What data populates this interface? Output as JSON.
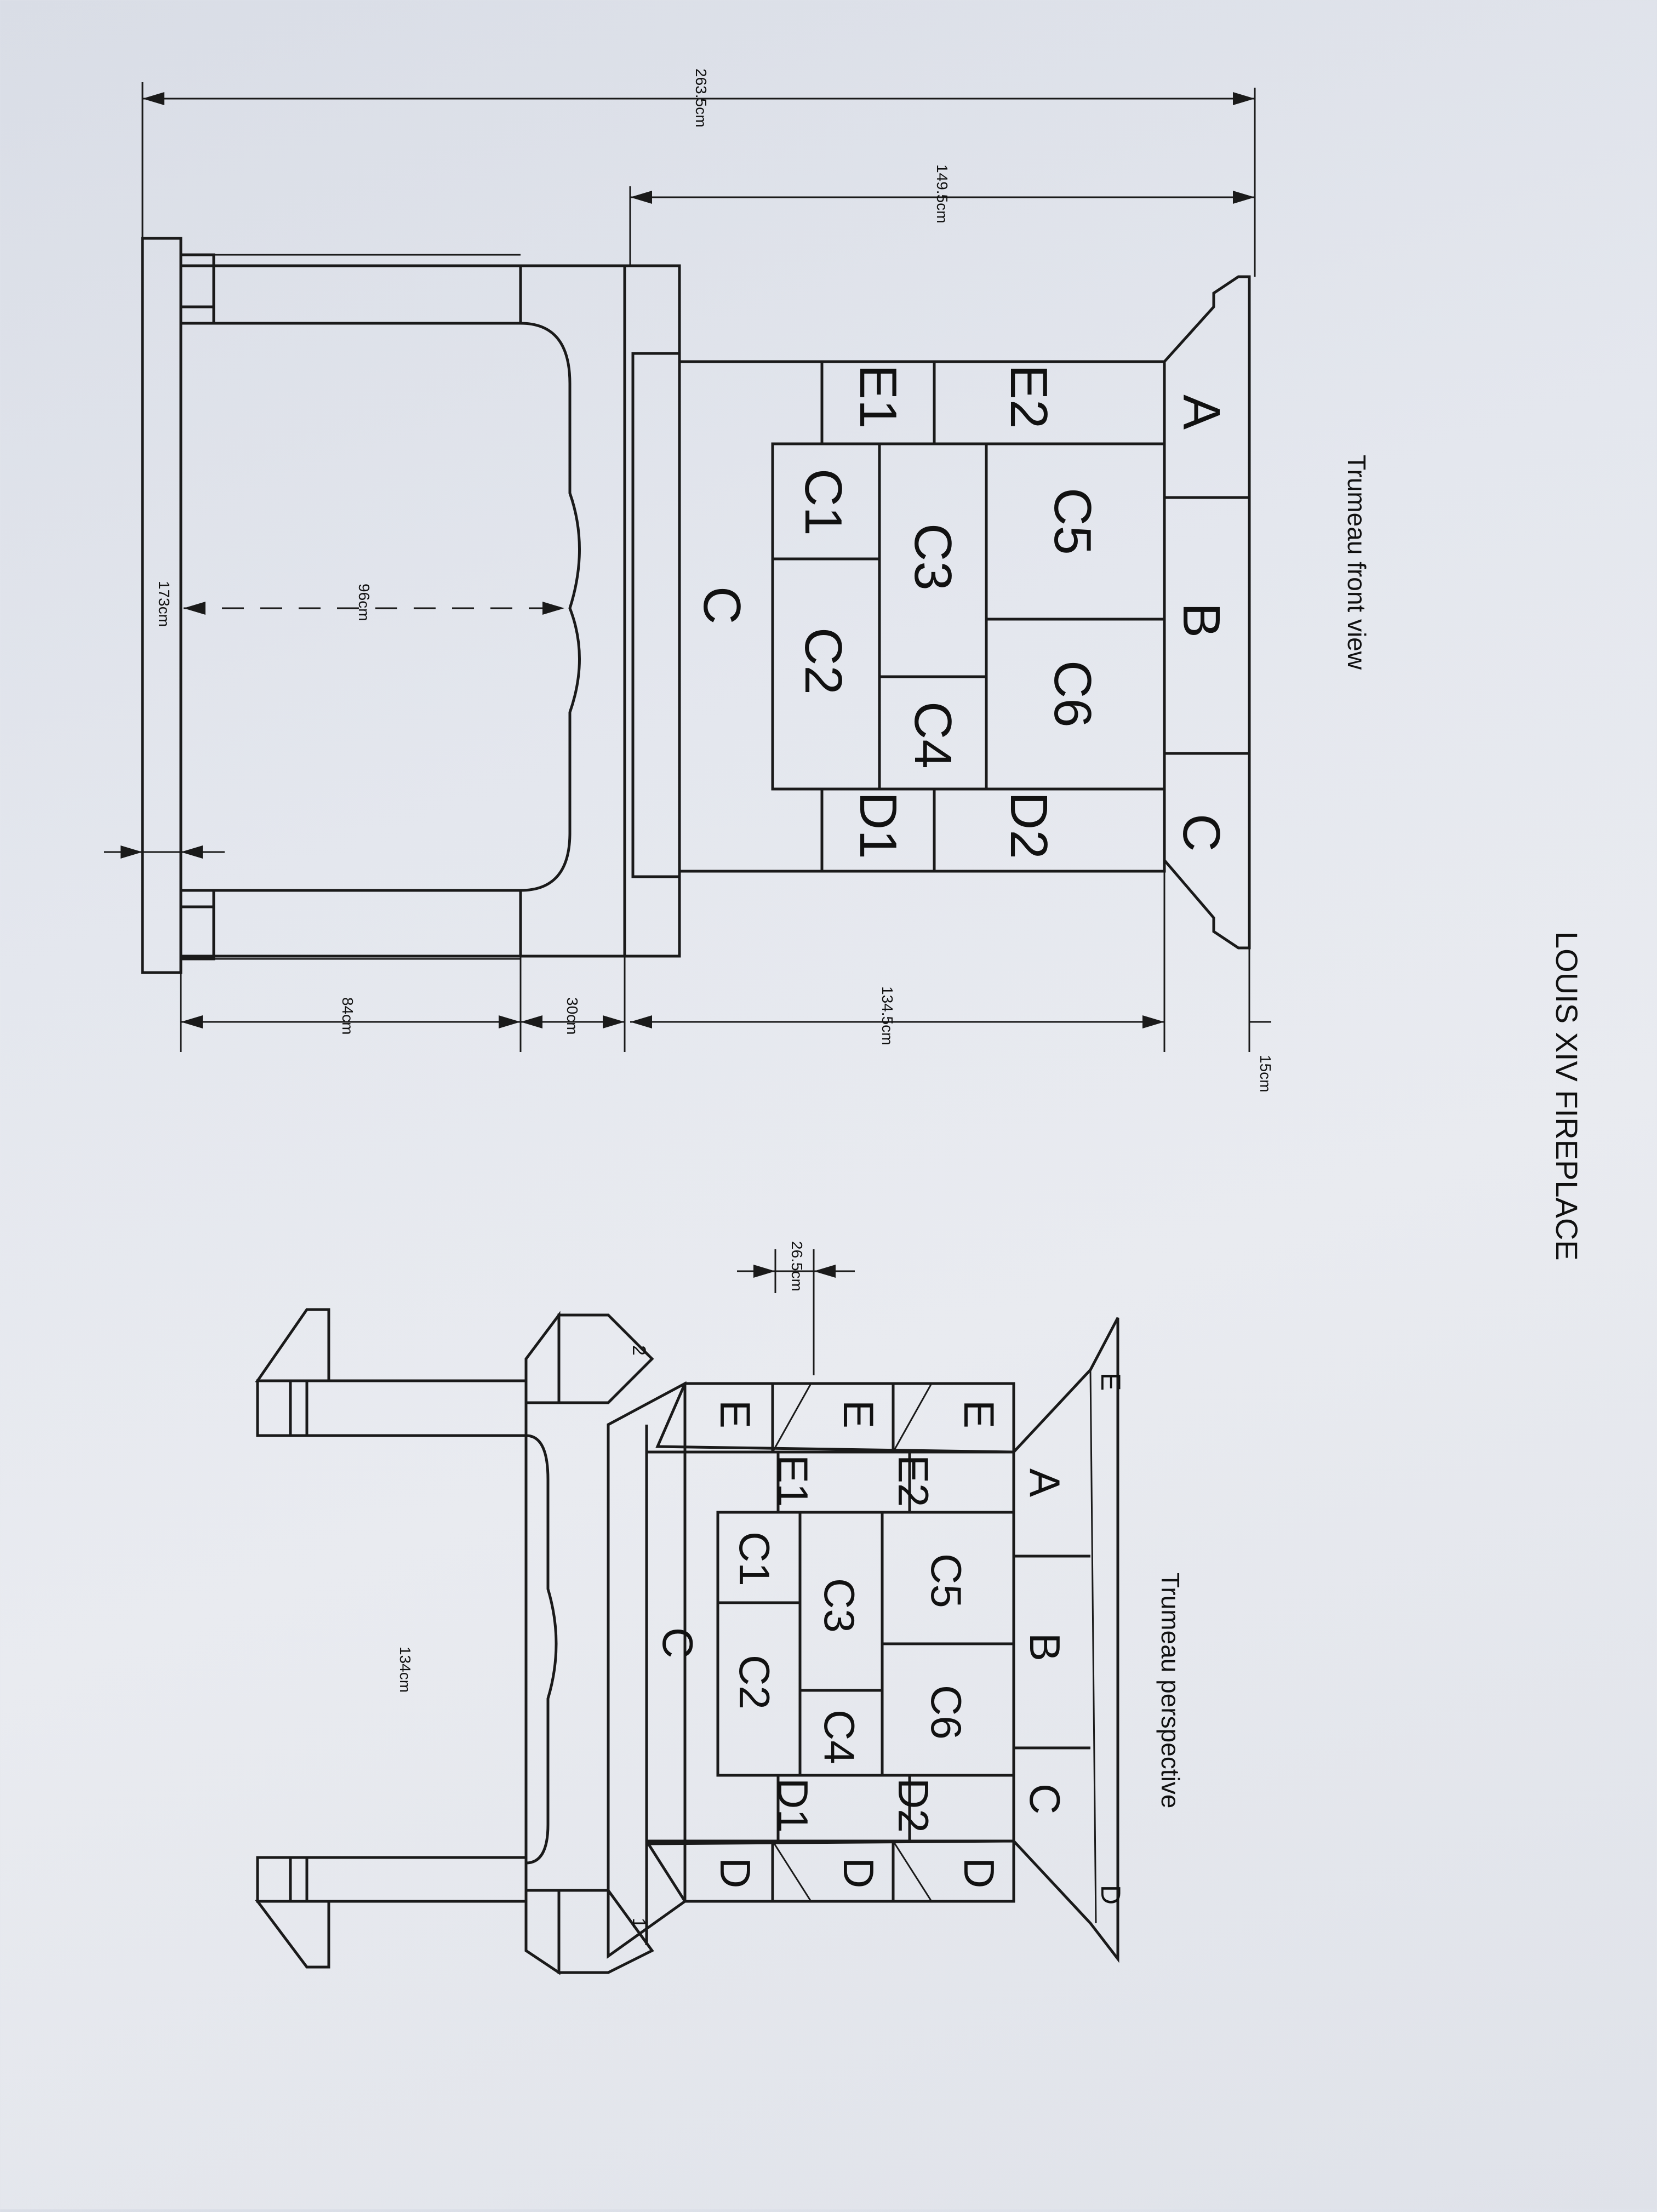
{
  "title": "LOUIS XIV FIREPLACE",
  "front_view": {
    "heading": "Trumeau front view",
    "pieces": {
      "a": "A",
      "b": "B",
      "c_top": "C",
      "e1": "E1",
      "e2": "E2",
      "d1": "D1",
      "d2": "D2",
      "c1": "C1",
      "c2": "C2",
      "c3": "C3",
      "c4": "C4",
      "c5": "C5",
      "c6": "C6",
      "c_base": "C"
    },
    "dimensions": {
      "total_height": "263.5cm",
      "trumeau_height": "149.5cm",
      "cornice": "15cm",
      "trumeau_width": "134.5cm",
      "shelf": "30cm",
      "mantel_height": "84cm",
      "opening_width": "96cm",
      "mantel_width": "173cm"
    }
  },
  "perspective": {
    "heading": "Trumeau perspective",
    "pieces": {
      "a": "A",
      "b": "B",
      "c_top": "C",
      "e_top_left": "E",
      "e_top_mid": "E",
      "e_top_right": "E",
      "e_corner": "E",
      "e1": "E1",
      "e2": "E2",
      "c1": "C1",
      "c2": "C2",
      "c3": "C3",
      "c4": "C4",
      "c5": "C5",
      "c6": "C6",
      "c_base": "C",
      "d1": "D1",
      "d2": "D2",
      "d_bottom_left": "D",
      "d_bottom_mid": "D",
      "d_bottom_right": "D",
      "d_corner": "D",
      "marker_2": "2",
      "marker_1": "1"
    },
    "dimensions": {
      "depth": "26.5cm",
      "width": "134cm"
    }
  }
}
